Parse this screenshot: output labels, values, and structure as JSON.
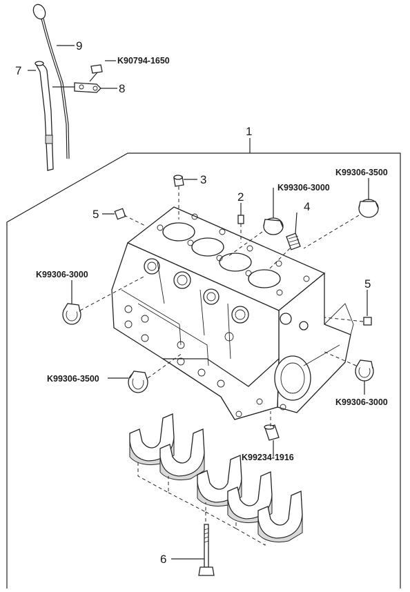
{
  "callouts": [
    {
      "id": "c9",
      "label": "9"
    },
    {
      "id": "c7",
      "label": "7"
    },
    {
      "id": "c8",
      "label": "8"
    },
    {
      "id": "c1",
      "label": "1"
    },
    {
      "id": "c3",
      "label": "3"
    },
    {
      "id": "c2",
      "label": "2"
    },
    {
      "id": "c4",
      "label": "4"
    },
    {
      "id": "c5a",
      "label": "5"
    },
    {
      "id": "c5b",
      "label": "5"
    },
    {
      "id": "c6",
      "label": "6"
    }
  ],
  "part_numbers": [
    {
      "id": "p1",
      "label": "K90794-1650"
    },
    {
      "id": "p2",
      "label": "K99306-3500"
    },
    {
      "id": "p3",
      "label": "K99306-3000"
    },
    {
      "id": "p4",
      "label": "K99306-3000"
    },
    {
      "id": "p5",
      "label": "K99306-3500"
    },
    {
      "id": "p6",
      "label": "K99306-3000"
    },
    {
      "id": "p7",
      "label": "K99234-1916"
    }
  ]
}
